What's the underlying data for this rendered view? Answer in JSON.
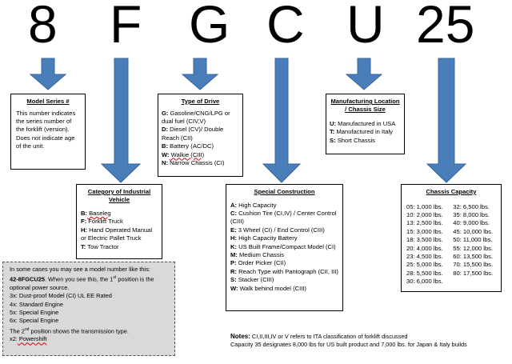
{
  "code_letters": [
    "8",
    "F",
    "G",
    "C",
    "U",
    "25"
  ],
  "model_series": {
    "title": "Model Series #",
    "text": "This number indicates the series number of the forklift (version). Does not indicate age of the unit."
  },
  "type_of_drive": {
    "title": "Type of Drive",
    "items": [
      {
        "code": "G:",
        "text": " Gasoline/CNG/LPG or dual fuel (CIV,V)"
      },
      {
        "code": "D:",
        "text": " Diesel (CV)/ Double Reach (CII)"
      },
      {
        "code": "B:",
        "text": " Battery (AC/DC)"
      },
      {
        "code": "W:",
        "text": " Walkie (CIII)"
      },
      {
        "code": "N:",
        "text": " Narrow Chassis  (CI)"
      }
    ]
  },
  "manufacturing_location": {
    "title": "Manufacturing Location / Chassis Size",
    "items": [
      {
        "code": "U:",
        "text": " Manufactured in USA"
      },
      {
        "code": "T:",
        "text": " Manufactured in Italy"
      },
      {
        "code": "S:",
        "text": " Short Chassis"
      }
    ]
  },
  "category": {
    "title": "Category of Industrial Vehicle",
    "items": [
      {
        "code": "B:",
        "text": " Baseleg"
      },
      {
        "code": "F:",
        "text": " Forklift Truck"
      },
      {
        "code": "H:",
        "text": " Hand Operated Manual or Electric Pallet Truck"
      },
      {
        "code": "T:",
        "text": " Tow Tractor"
      }
    ]
  },
  "special_construction": {
    "title": "Special Construction",
    "items": [
      {
        "code": "A:",
        "text": " High Capacity"
      },
      {
        "code": "C:",
        "text": " Cushion Tire (CI,IV) / Center Control (CIII)"
      },
      {
        "code": "E:",
        "text": " 3 Wheel (CI) / End Control (CIII)"
      },
      {
        "code": "H:",
        "text": " High Capacity Battery"
      },
      {
        "code": "K:",
        "text": " US Built Frame/Compact Model (CI)"
      },
      {
        "code": "M:",
        "text": " Medium Chassis"
      },
      {
        "code": "P:",
        "text": " Order Picker (CII)"
      },
      {
        "code": "R:",
        "text": " Reach Type with Pantograph (CII, III)"
      },
      {
        "code": "S:",
        "text": " Stacker (CIII)"
      },
      {
        "code": "W:",
        "text": " Walk behind model (CIII)"
      }
    ]
  },
  "chassis_capacity": {
    "title": "Chassis Capacity",
    "left": [
      "05: 1,000 lbs.",
      "10: 2,000 lbs.",
      "13: 2,500 lbs.",
      "15: 3,000 lbs.",
      "18: 3,500 lbs.",
      "20: 4,000 lbs.",
      "23: 4,500 lbs.",
      "25: 5,000 lbs.",
      "28: 5,500 lbs.",
      "30: 6,000 lbs."
    ],
    "right": [
      "32: 6,500 lbs.",
      "35: 8,000 lbs.",
      "40: 9,000 lbs.",
      "45: 10,000 lbs.",
      "50: 11,000 lbs.",
      "55: 12,000 lbs.",
      "60: 13,500 lbs.",
      "70: 15,500 lbs.",
      "80: 17,500 lbs."
    ]
  },
  "special_cases": {
    "intro": "In some cases you may see a model number like this:",
    "example_code": "42-8FGCU25",
    "example_pre": ". When you see this, the 1",
    "example_sup": "st",
    "example_post": " position is the optional power source.",
    "lines": [
      "3x: Dust-proof Model (CI) UL EE Rated",
      "4x: Standard Engine",
      "5x: Special Engine",
      "6x: Special Engine"
    ],
    "second_pre": "The 2",
    "second_sup": "nd",
    "second_post": " position shows the transmission type.",
    "last_code": "x2:",
    "last_text": " Powershift"
  },
  "notes": {
    "label": "Notes:",
    "line1": " CI,II,III,IV or V refers to ITA classification of forklift discussed",
    "line2": "Capacity 35 designates 8,000 lbs for US built product and 7,000 lbs. for Japan & Italy builds"
  },
  "colors": {
    "arrow_fill": "#4a7ebb",
    "arrow_stroke": "#35649b",
    "special_bg": "#d9d9d9"
  }
}
